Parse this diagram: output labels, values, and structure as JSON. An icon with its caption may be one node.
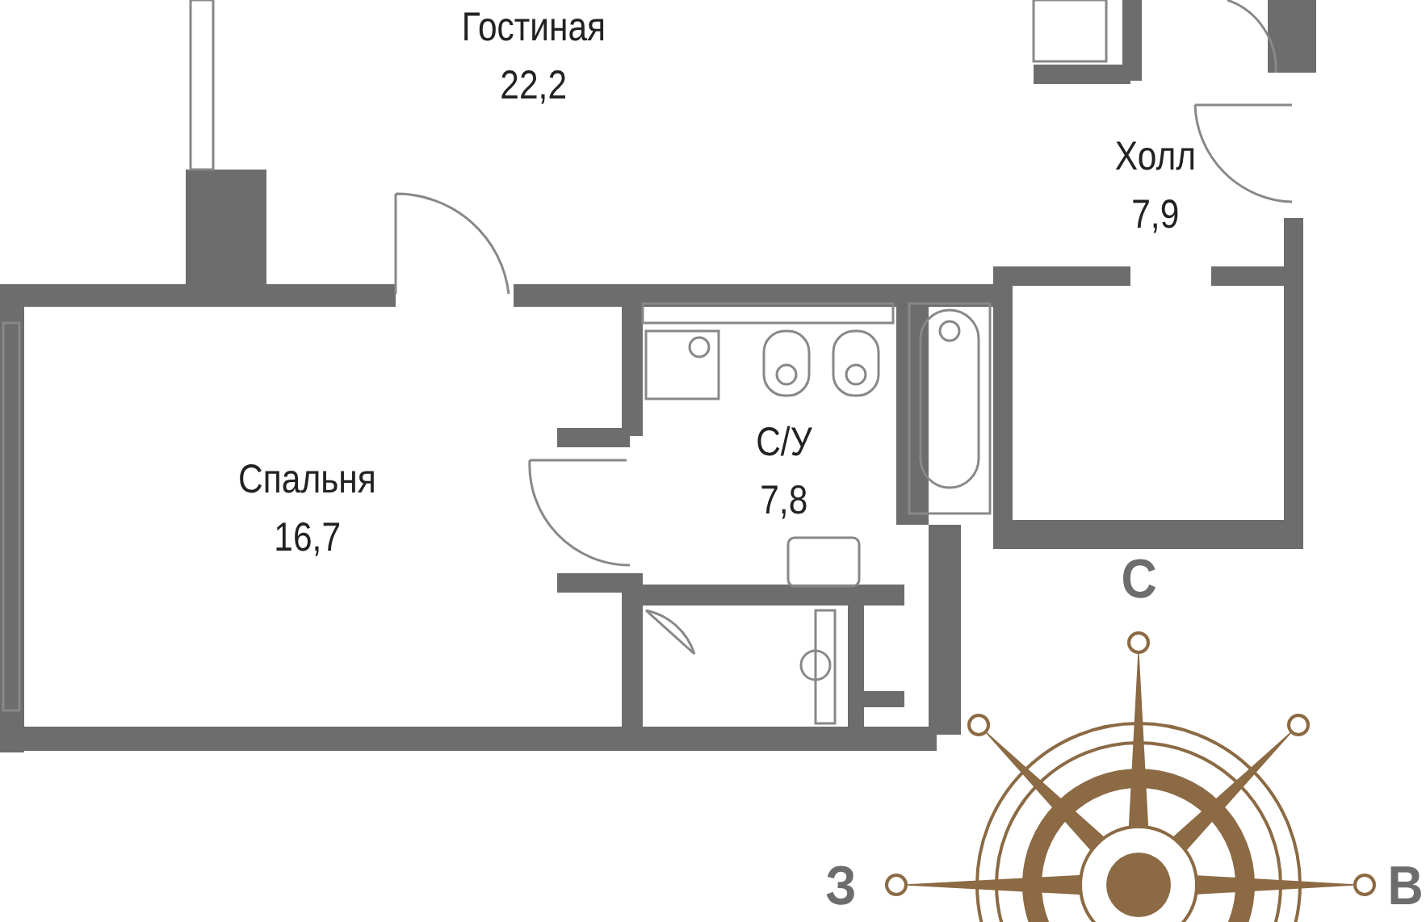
{
  "diagram": {
    "nodes": [
      {
        "text": [
          "Гостиная",
          "22,2"
        ]
      },
      {
        "text": [
          "Холл",
          "7,9"
        ]
      },
      {
        "text": [
          "Спальня",
          "16,7"
        ]
      },
      {
        "text": [
          "С/У",
          "7,8"
        ]
      }
    ],
    "labels": [
      "С",
      "З",
      "В"
    ]
  }
}
